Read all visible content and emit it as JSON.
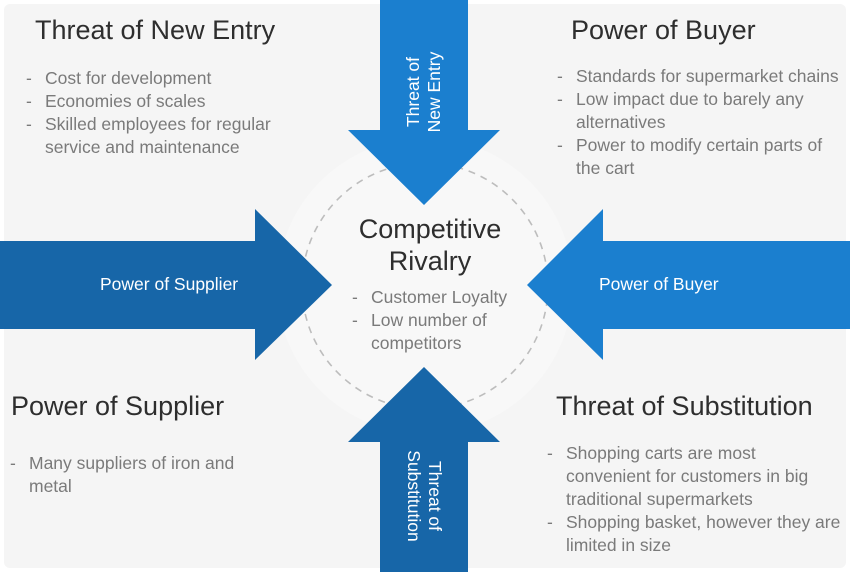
{
  "quadrants": {
    "top_left": {
      "title": "Threat of New Entry",
      "items": [
        "Cost for development",
        "Economies of scales",
        "Skilled employees for regular service and maintenance"
      ]
    },
    "top_right": {
      "title": "Power of Buyer",
      "items": [
        "Standards for supermarket chains",
        "Low impact due to barely any alternatives",
        "Power to modify certain parts of the cart"
      ]
    },
    "bottom_left": {
      "title": "Power of Supplier",
      "items": [
        "Many suppliers of iron and metal"
      ]
    },
    "bottom_right": {
      "title": "Threat of Substitution",
      "items": [
        "Shopping carts are most convenient for customers in big traditional supermarkets",
        "Shopping basket, however they are limited in size"
      ]
    }
  },
  "center": {
    "title_line1": "Competitive",
    "title_line2": "Rivalry",
    "items": [
      "Customer Loyalty",
      "Low number of competitors"
    ]
  },
  "arrows": {
    "top": {
      "line1": "Threat of",
      "line2": "New Entry"
    },
    "left": {
      "label": "Power of Supplier"
    },
    "right": {
      "label": "Power of Buyer"
    },
    "bottom": {
      "line1": "Threat of",
      "line2": "Substitution"
    }
  },
  "colors": {
    "panel_bg": "#f5f5f5",
    "arrow_blue_light": "#1b7fcf",
    "arrow_blue_dark": "#1766a8",
    "circle_bg": "#f8f8f8",
    "circle_stroke": "#bdbdbd"
  }
}
